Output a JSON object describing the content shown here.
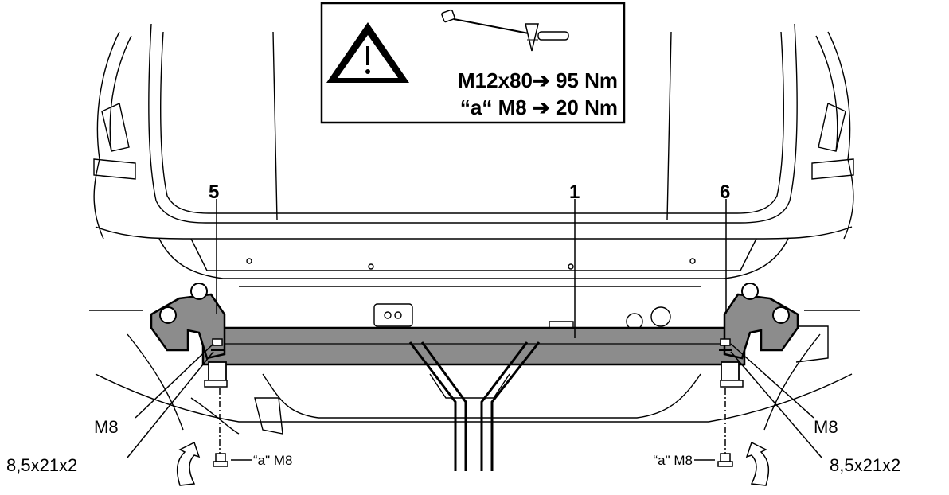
{
  "warning_box": {
    "torque_line_1": "M12x80➔ 95 Nm",
    "torque_line_2": "“a“ M8  ➔ 20 Nm",
    "icons": [
      "warning-triangle-icon",
      "torque-wrench-icon"
    ]
  },
  "callouts": {
    "crossbar": "1",
    "left_bracket": "5",
    "right_bracket": "6"
  },
  "hardware_left": {
    "bolt": "M8",
    "washer": "8,5x21x2",
    "screw_a": "“a\" M8"
  },
  "hardware_right": {
    "bolt": "M8",
    "washer": "8,5x21x2",
    "screw_a": "“a\" M8"
  },
  "colors": {
    "crossbar_fill": "#8c8c8c",
    "bracket_fill": "#8c8c8c",
    "line": "#000000",
    "background": "#ffffff"
  }
}
